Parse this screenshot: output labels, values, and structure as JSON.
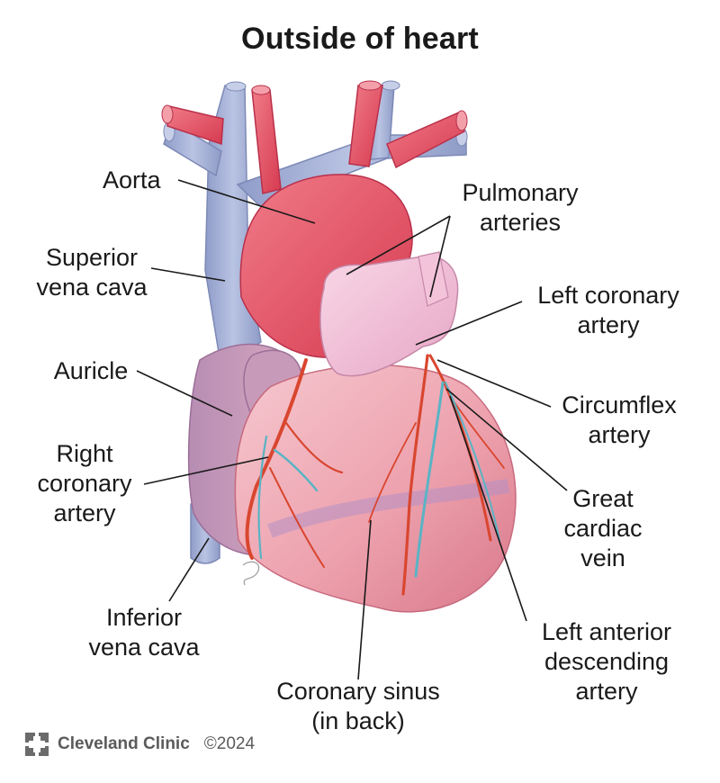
{
  "title": "Outside of heart",
  "labels": {
    "aorta": "Aorta",
    "pulmonary_arteries": "Pulmonary\narteries",
    "superior_vena_cava": "Superior\nvena cava",
    "left_coronary_artery": "Left coronary\nartery",
    "auricle": "Auricle",
    "circumflex_artery": "Circumflex\nartery",
    "right_coronary_artery": "Right\ncoronary\nartery",
    "great_cardiac_vein": "Great\ncardiac\nvein",
    "inferior_vena_cava": "Inferior\nvena cava",
    "left_anterior_descending_artery": "Left anterior\ndescending\nartery",
    "coronary_sinus": "Coronary sinus\n(in back)"
  },
  "footer": {
    "logo_icon": "cleveland-clinic-cross-icon",
    "brand": "Cleveland Clinic",
    "copyright": "©2024"
  },
  "colors": {
    "artery_red": "#e0455a",
    "vein_blue": "#a9b5d9",
    "heart_pink": "#efb0ba",
    "coronary_artery": "#d9462f",
    "coronary_vein": "#5ab3c4",
    "leader_line": "#1a1a1a"
  }
}
